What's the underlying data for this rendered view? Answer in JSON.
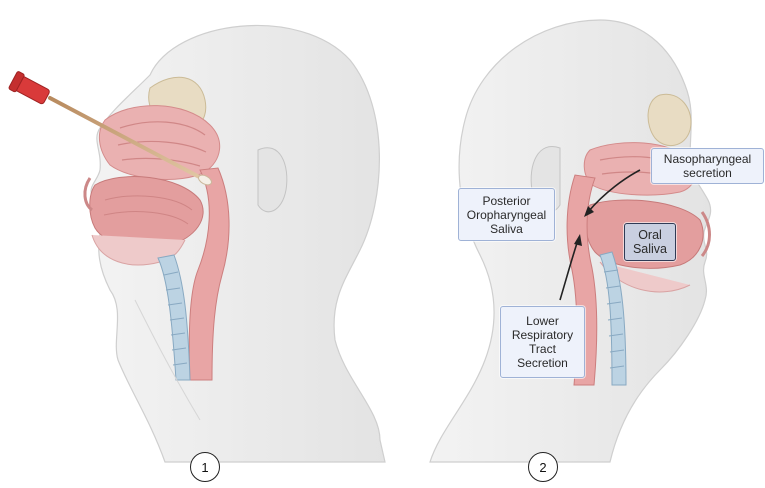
{
  "panels": [
    {
      "step": "1",
      "labels": []
    },
    {
      "step": "2",
      "labels": {
        "nasopharyngeal": [
          "Nasopharyngeal",
          "secretion"
        ],
        "posterior": [
          "Posterior",
          "Oropharyngeal",
          "Saliva"
        ],
        "oral": [
          "Oral",
          "Saliva"
        ],
        "lower": [
          "Lower",
          "Respiratory",
          "Tract",
          "Secretion"
        ]
      }
    }
  ],
  "colors": {
    "head_fill": "#ececec",
    "head_outline": "#c9c9c9",
    "tissue_pink": "#e9a9a9",
    "tissue_dark": "#d98585",
    "bone": "#d8cdb5",
    "swab_cap": "#d93a3a",
    "swab_stick": "#c8a07a",
    "label_fill": "#eef2fb",
    "label_border": "#9fb2d6",
    "oral_fill": "#c9cfe0",
    "oral_border": "#2f3b56"
  }
}
